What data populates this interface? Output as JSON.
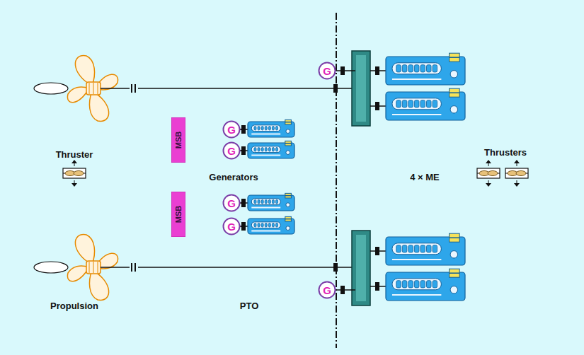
{
  "diagram": {
    "nodes": [
      {
        "text": [
          "G"
        ]
      },
      {
        "text": [
          "MSB"
        ]
      },
      {
        "text": [
          "G"
        ]
      },
      {
        "text": [
          "G"
        ]
      },
      {
        "text": [
          "MSB"
        ]
      },
      {
        "text": [
          "G"
        ]
      },
      {
        "text": [
          "G"
        ]
      },
      {
        "text": [
          "G"
        ]
      }
    ],
    "labels": [
      "Thruster",
      "Thrusters",
      "Generators",
      "4 × ME",
      "Propulsion",
      "PTO"
    ]
  }
}
